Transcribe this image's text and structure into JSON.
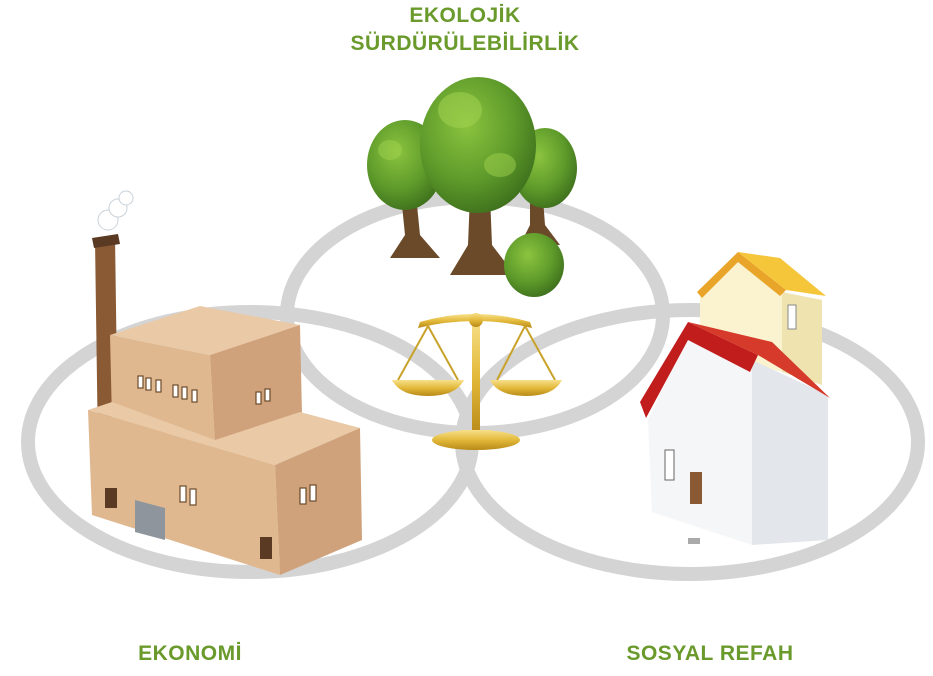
{
  "labels": {
    "ecology_line1": "EKOLOJİK",
    "ecology_line2": "SÜRDÜRÜLEBİLİRLİK",
    "economy": "EKONOMİ",
    "social": "SOSYAL REFAH"
  },
  "colors": {
    "label_green": "#6a9a2c",
    "ring_gray": "#d4d4d4"
  },
  "icons": [
    "trees-icon",
    "factory-icon",
    "houses-icon",
    "balance-scale-icon"
  ]
}
